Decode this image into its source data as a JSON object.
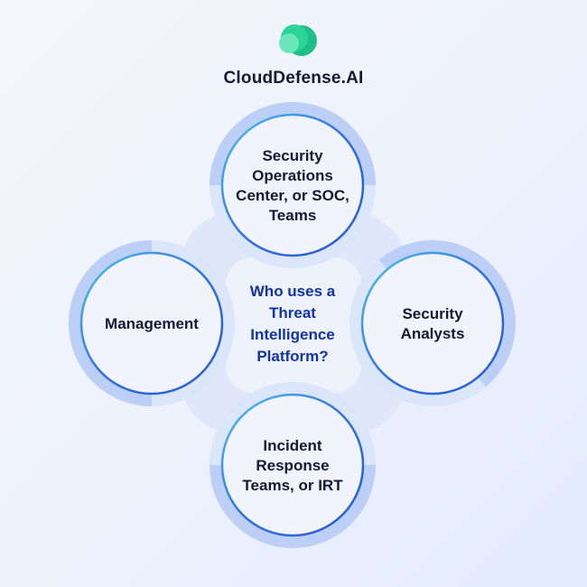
{
  "brand": {
    "name": "CloudDefense.AI",
    "logo": "cloud-logo",
    "colors": {
      "logo_primary": "#2ecf96",
      "logo_light": "#63e3b5",
      "text": "#141834"
    }
  },
  "center": {
    "lines": [
      "Who uses a",
      "Threat",
      "Intelligence",
      "Platform?"
    ],
    "color": "#1232a8"
  },
  "nodes": [
    {
      "id": "top",
      "lines": [
        "Security",
        "Operations",
        "Center, or SOC,",
        "Teams"
      ]
    },
    {
      "id": "left",
      "lines": [
        "Management"
      ]
    },
    {
      "id": "right",
      "lines": [
        "Security",
        "Analysts"
      ]
    },
    {
      "id": "bottom",
      "lines": [
        "Incident",
        "Response",
        "Teams, or IRT"
      ]
    }
  ],
  "colors": {
    "ring": "#2f6fe0",
    "ring_light": "#4fc3ef",
    "halo": "#dbe6fb",
    "halo_dark": "#bcd0f7",
    "node_fill": "#f1f4fc"
  }
}
